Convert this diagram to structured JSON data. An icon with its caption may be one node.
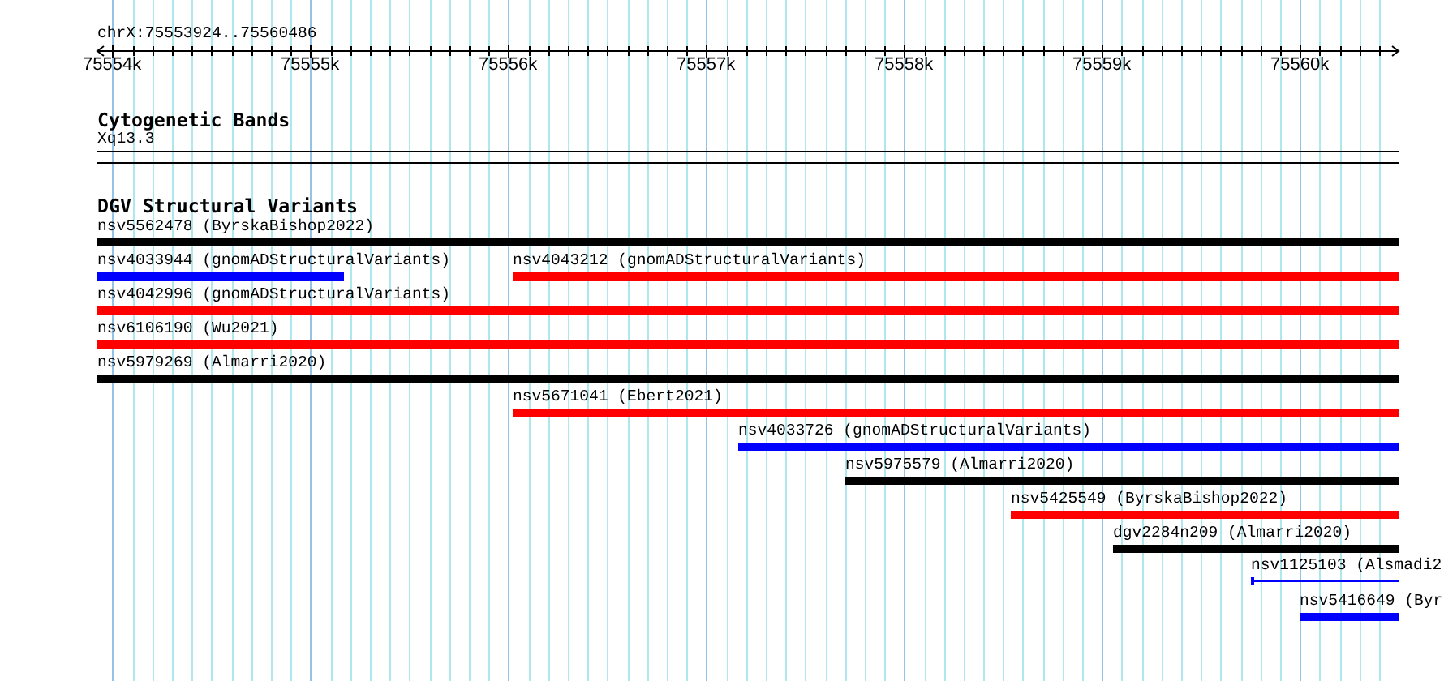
{
  "diagram": {
    "nodes": [
      {
        "text": [
          "Xq13.3"
        ]
      },
      {
        "text": [
          "nsv5562478 (ByrskaBishop2022)"
        ]
      },
      {
        "text": [
          "nsv4033944 (gnomADStructuralVariants)"
        ]
      },
      {
        "text": [
          "nsv4043212 (gnomADStructuralVariants)"
        ]
      },
      {
        "text": [
          "nsv4042996 (gnomADStructuralVariants)"
        ]
      },
      {
        "text": [
          "nsv6106190 (Wu2021)"
        ]
      },
      {
        "text": [
          "nsv5979269 (Almarri2020)"
        ]
      },
      {
        "text": [
          "nsv5671041 (Ebert2021)"
        ]
      },
      {
        "text": [
          "nsv4033726 (gnomADStructuralVariants)"
        ]
      },
      {
        "text": [
          "nsv5975579 (Almarri2020)"
        ]
      },
      {
        "text": [
          "nsv5425549 (ByrskaBishop2022)"
        ]
      },
      {
        "text": [
          "dgv2284n209 (Almarri2020)"
        ]
      },
      {
        "text": [
          "nsv1125103 (Alsmadi2"
        ]
      },
      {
        "text": [
          "nsv5416649 (Byr"
        ]
      }
    ],
    "labels": [
      "chrX:75553924..75560486",
      "75554k",
      "75555k",
      "75556k",
      "75557k",
      "75558k",
      "75559k",
      "75560k",
      "Cytogenetic Bands",
      "DGV Structural Variants"
    ]
  }
}
